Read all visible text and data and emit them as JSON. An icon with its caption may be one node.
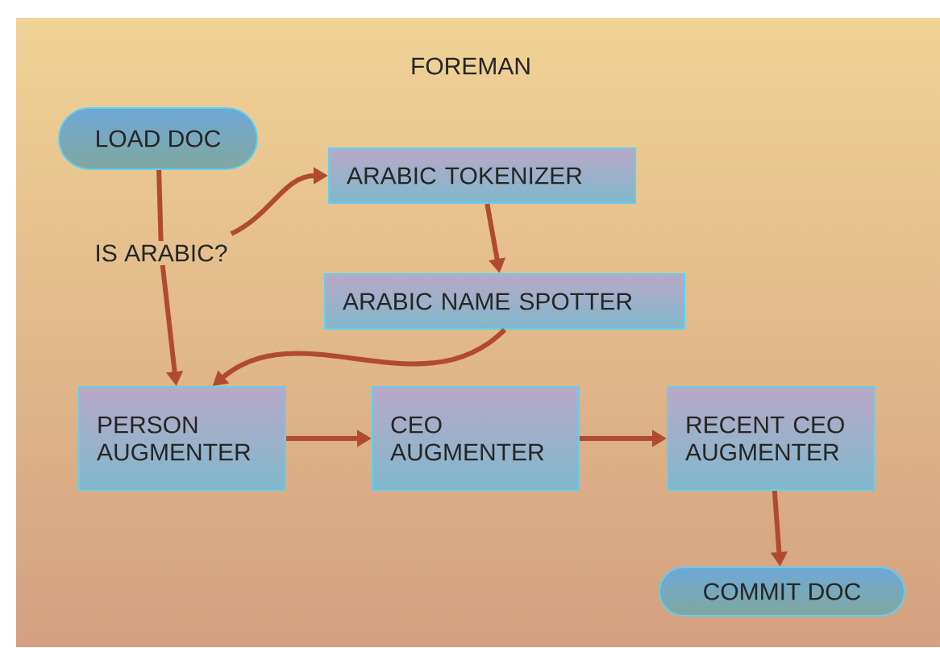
{
  "diagram": {
    "title": "FOREMAN",
    "nodes": [
      {
        "text": [
          "LOAD DOC"
        ]
      },
      {
        "text": [
          "IS ARABIC?"
        ]
      },
      {
        "text": [
          "ARABIC TOKENIZER"
        ]
      },
      {
        "text": [
          "ARABIC NAME SPOTTER"
        ]
      },
      {
        "text": [
          "PERSON AUGMENTER"
        ]
      },
      {
        "text": [
          "CEO AUGMENTER"
        ]
      },
      {
        "text": [
          "RECENT CEO AUGMENTER"
        ]
      },
      {
        "text": [
          "COMMIT DOC"
        ]
      }
    ],
    "edges": [
      {
        "from": 0,
        "to": 1,
        "arrow": "none"
      },
      {
        "from": 1,
        "to": 2,
        "arrow": "to"
      },
      {
        "from": 2,
        "to": 3,
        "arrow": "to"
      },
      {
        "from": 3,
        "to": 4,
        "arrow": "to"
      },
      {
        "from": 1,
        "to": 4,
        "arrow": "to"
      },
      {
        "from": 4,
        "to": 5,
        "arrow": "to"
      },
      {
        "from": 5,
        "to": 6,
        "arrow": "to"
      },
      {
        "from": 6,
        "to": 7,
        "arrow": "to"
      }
    ]
  }
}
